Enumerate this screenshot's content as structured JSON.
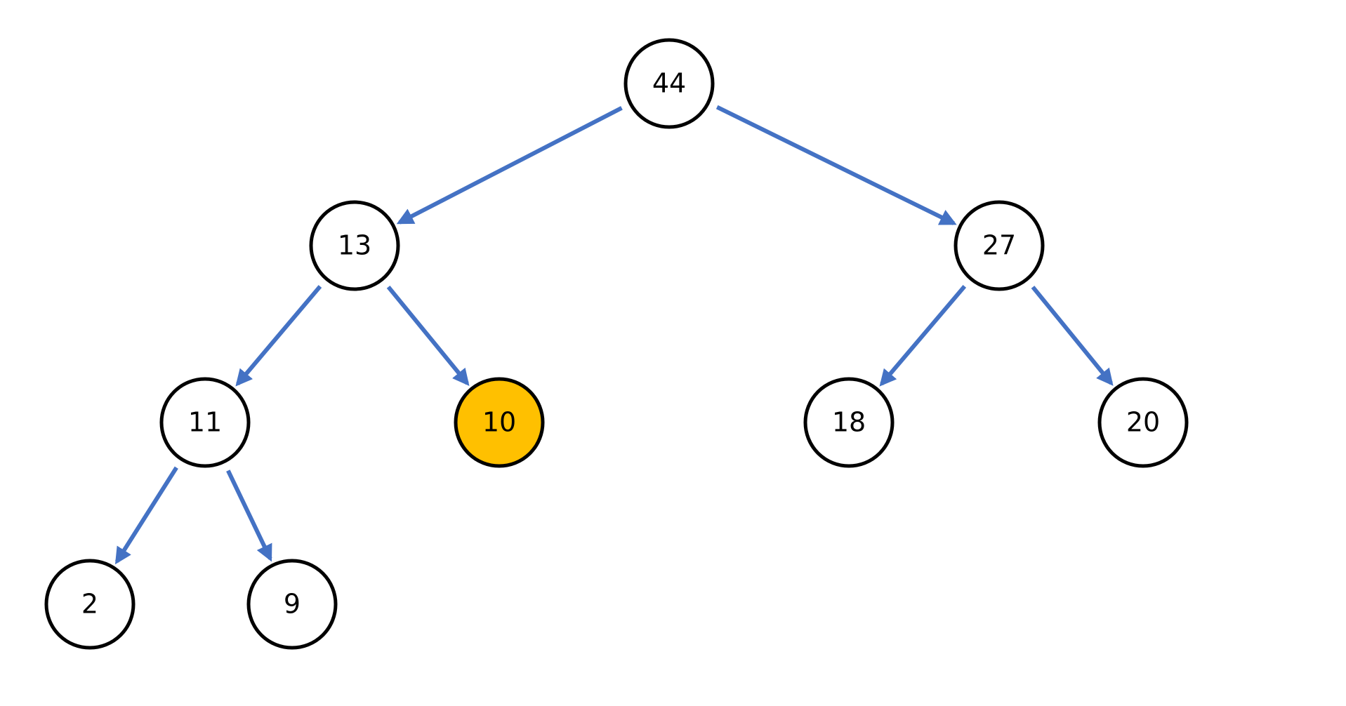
{
  "colors": {
    "edge": "#4472C4",
    "node_fill": "#FFFFFF",
    "node_stroke": "#000000",
    "highlight_fill": "#FFC000"
  },
  "nodes": [
    {
      "id": "n44",
      "label": "44",
      "highlighted": false
    },
    {
      "id": "n13",
      "label": "13",
      "highlighted": false
    },
    {
      "id": "n27",
      "label": "27",
      "highlighted": false
    },
    {
      "id": "n11",
      "label": "11",
      "highlighted": false
    },
    {
      "id": "n10",
      "label": "10",
      "highlighted": true
    },
    {
      "id": "n18",
      "label": "18",
      "highlighted": false
    },
    {
      "id": "n20",
      "label": "20",
      "highlighted": false
    },
    {
      "id": "n2",
      "label": "2",
      "highlighted": false
    },
    {
      "id": "n9",
      "label": "9",
      "highlighted": false
    }
  ],
  "edges": [
    {
      "from": "n44",
      "to": "n13"
    },
    {
      "from": "n44",
      "to": "n27"
    },
    {
      "from": "n13",
      "to": "n11"
    },
    {
      "from": "n13",
      "to": "n10"
    },
    {
      "from": "n27",
      "to": "n18"
    },
    {
      "from": "n27",
      "to": "n20"
    },
    {
      "from": "n11",
      "to": "n2"
    },
    {
      "from": "n11",
      "to": "n9"
    }
  ]
}
